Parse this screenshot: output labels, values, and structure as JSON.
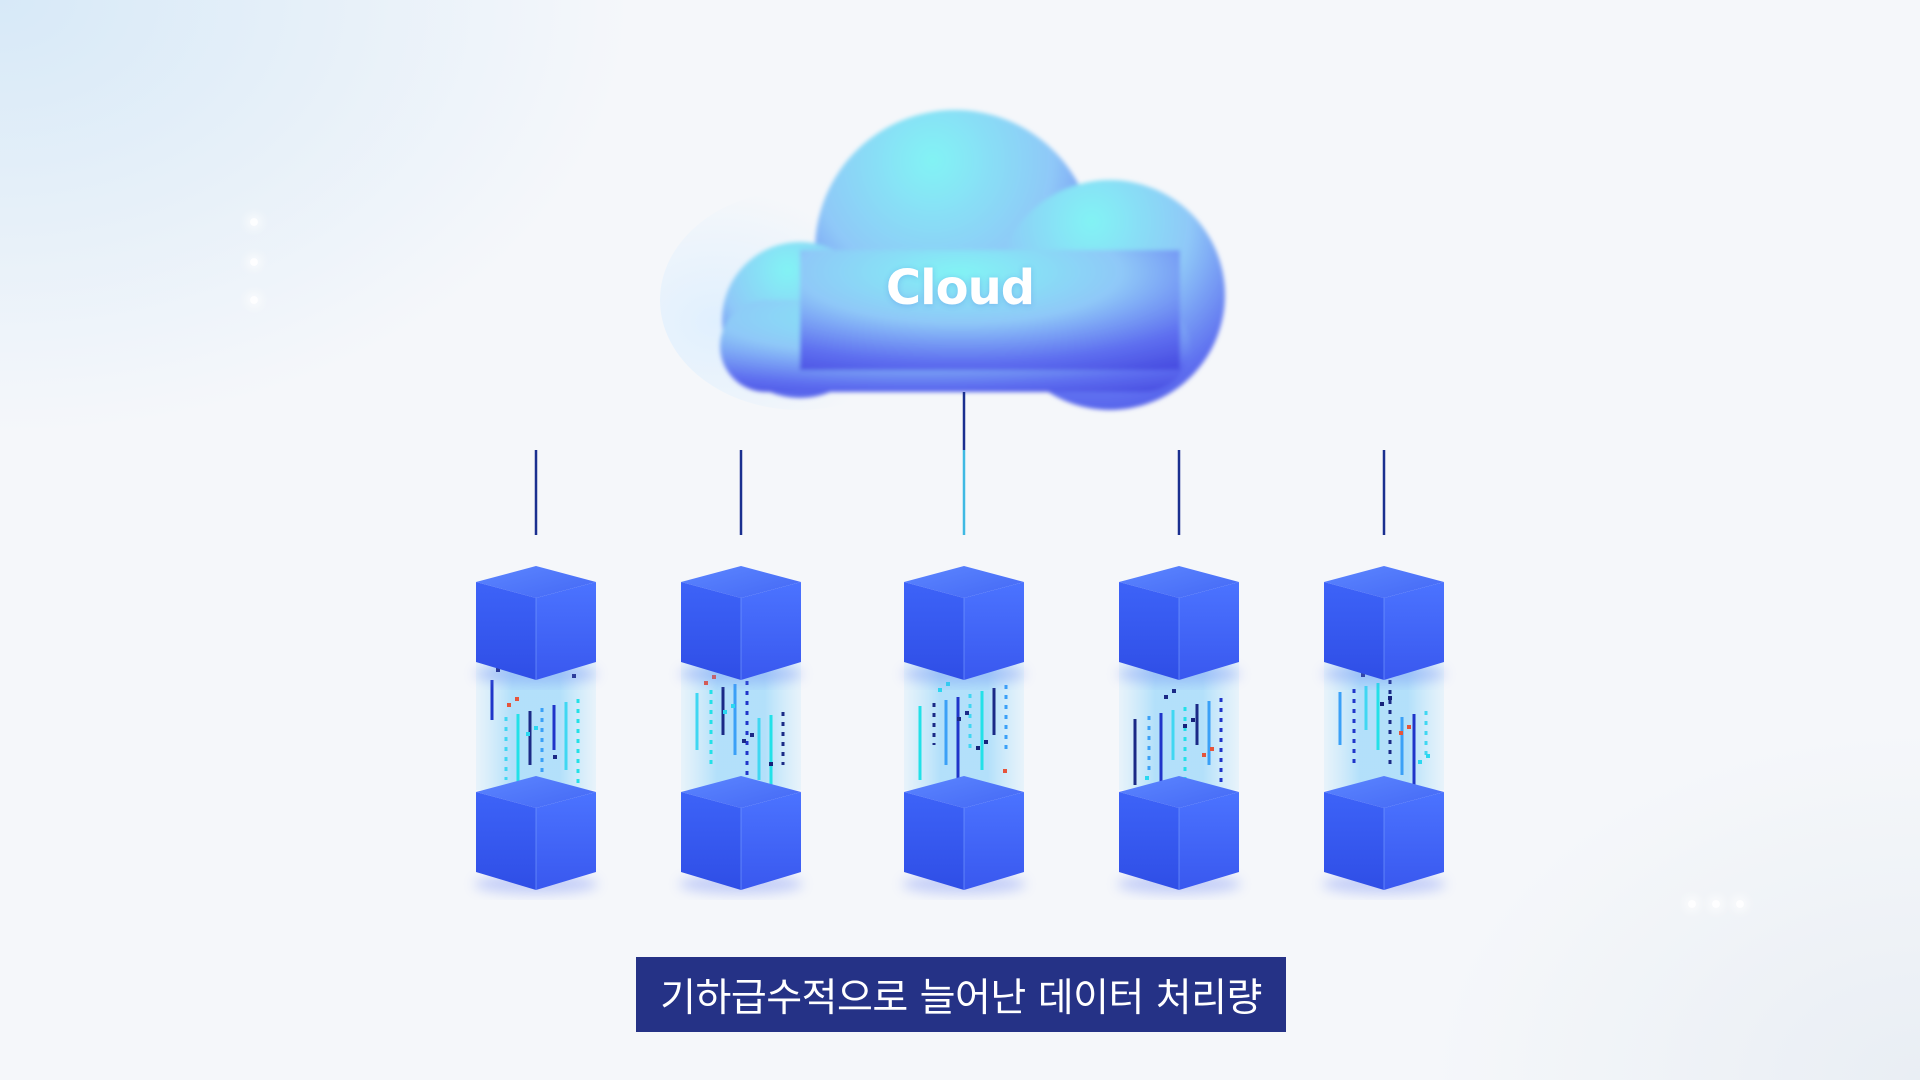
{
  "cloud": {
    "label": "Cloud"
  },
  "servers": {
    "count": 5
  },
  "caption": {
    "text": "기하급수적으로 늘어난 데이터 처리량"
  },
  "colors": {
    "cube_face": "#3f5bf0",
    "cube_top": "#5e80ff",
    "connector_line": "#1a2f8f",
    "caption_bg": "#253286",
    "cloud_light": "#7ff0f5",
    "cloud_dark": "#4a55e6"
  }
}
